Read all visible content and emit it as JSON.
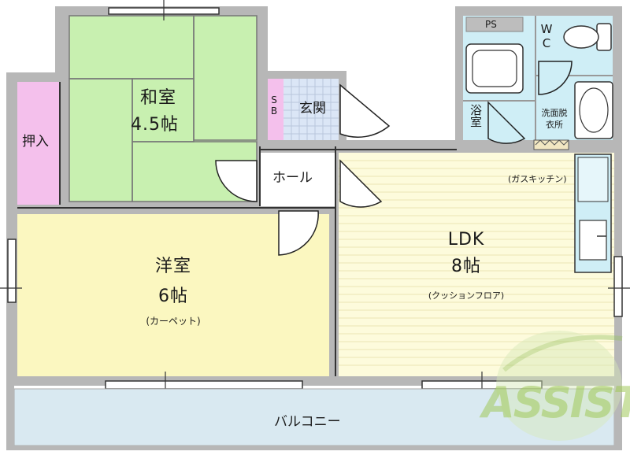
{
  "rooms": {
    "washitsu": {
      "name": "和室",
      "size": "4.5帖"
    },
    "oshiire": "押入",
    "sb": "SB",
    "genkan": "玄関",
    "hall": "ホール",
    "yoshitsu": {
      "name": "洋室",
      "size": "6帖",
      "floor": "(カーペット)"
    },
    "ldk": {
      "name": "LDK",
      "size": "8帖",
      "floor": "(クッションフロア)",
      "kitchen": "(ガスキッチン)"
    },
    "ps": "PS",
    "wc": "WC",
    "yokushitsu": "浴室",
    "senmen": "洗面脱衣所",
    "balcony": "バルコニー"
  },
  "logo": {
    "text": "ASSIST"
  },
  "colors": {
    "tatami": "#c8f0b0",
    "oshiire": "#f4c0ec",
    "yoshitsu": "#fbf7c0",
    "ldk": "#fdfbdc",
    "bath": "#cfeef6",
    "balcony": "#d9e9f1",
    "wall": "#b5b5b5"
  }
}
